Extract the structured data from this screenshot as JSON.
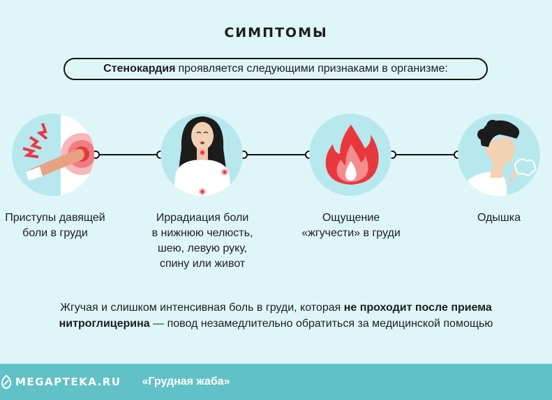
{
  "header": {
    "title": "СИМПТОМЫ",
    "intro_bold": "Стенокардия",
    "intro_rest": "проявляется следующими признаками в организме:"
  },
  "symptoms": [
    {
      "icon": "chest-pain-icon",
      "lines": [
        "Приступы давящей",
        "боли в груди"
      ]
    },
    {
      "icon": "woman-pain-points-icon",
      "lines": [
        "Иррадиация боли",
        "в нижнюю челюсть,",
        "шею, левую руку,",
        "спину или живот"
      ]
    },
    {
      "icon": "flame-icon",
      "lines": [
        "Ощущение",
        "«жгучести» в груди"
      ]
    },
    {
      "icon": "shortness-of-breath-icon",
      "lines": [
        "Одышка"
      ]
    }
  ],
  "warning": {
    "line1_text": "Жгучая и слишком интенсивная боль в груди, которая ",
    "line1_bold": "не проходит после приема",
    "line2_bold": "нитроглицерина",
    "line2_text": " — повод незамедлительно обратиться за медицинской помощью"
  },
  "footer": {
    "brand": "MEGAPTEKA.RU",
    "topic": "«Грудная жаба»"
  },
  "colors": {
    "background": "#dff6f9",
    "circle": "#b7e8ee",
    "footer": "#62c1c6",
    "accent_red": "#e8383d"
  }
}
